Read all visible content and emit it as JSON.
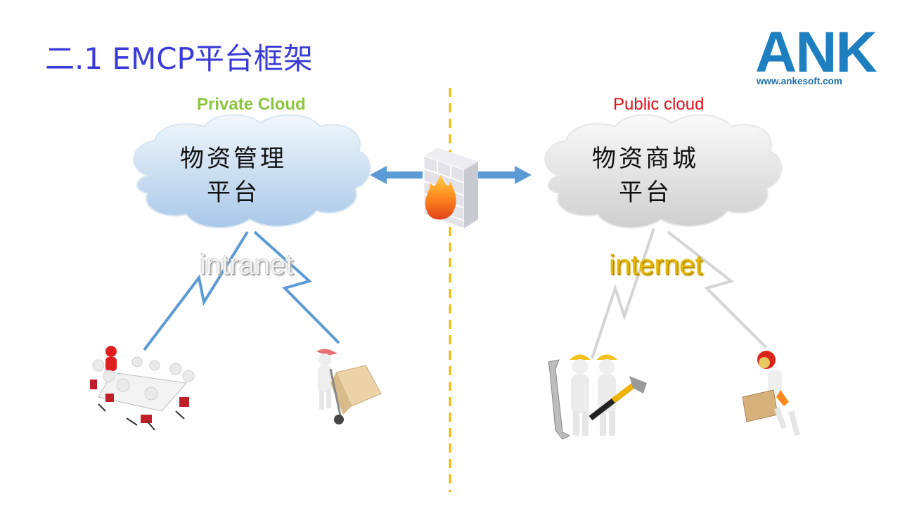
{
  "slide": {
    "title": "二.1 EMCP平台框架"
  },
  "logo": {
    "brand": "ANK",
    "url": "www.ankesoft.com",
    "colors": {
      "blue": "#1d7fc0",
      "red": "#c8282e"
    }
  },
  "private_side": {
    "label": "Private Cloud",
    "label_color": "#8cc63f",
    "cloud_line1": "物资管理",
    "cloud_line2": "平台",
    "network_label": "intranet",
    "clients": [
      "meeting-team-icon",
      "delivery-worker-with-handtruck-icon"
    ]
  },
  "public_side": {
    "label": "Public cloud",
    "label_color": "#e0101a",
    "cloud_line1": "物资商城",
    "cloud_line2": "平台",
    "network_label": "internet",
    "clients": [
      "workers-with-tools-icon",
      "jetpack-express-courier-icon"
    ]
  },
  "firewall": {
    "icon": "firewall-icon",
    "divider_color": "#f0b800",
    "arrow_color": "#5b9bd5"
  }
}
